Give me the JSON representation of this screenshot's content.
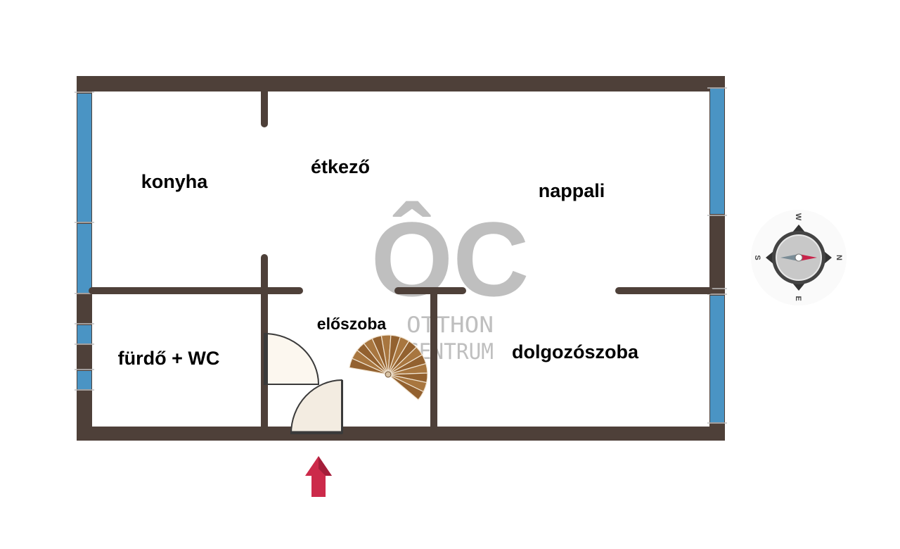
{
  "rooms": {
    "konyha": "konyha",
    "etkezo": "étkező",
    "nappali": "nappali",
    "eloszoba": "előszoba",
    "furdo": "fürdő + WC",
    "dolgozoszoba": "dolgozószoba"
  },
  "watermark": {
    "logo": "ÔC",
    "line1": "OTTHON",
    "line2": "CENTRUM"
  },
  "compass": {
    "north": "N",
    "south": "S",
    "east": "E",
    "west": "W"
  },
  "colors": {
    "wall": "#4e4039",
    "window": "#4a94c4",
    "door_fill": "#fcf7ef",
    "stair": "#9a6a3a",
    "entrance_arrow": "#cc2a4a",
    "watermark": "#b4b4b4"
  },
  "icons": {
    "entrance": "up-arrow-icon",
    "compass": "compass-rose-icon",
    "stairs": "spiral-staircase-icon",
    "door": "door-swing-icon"
  }
}
